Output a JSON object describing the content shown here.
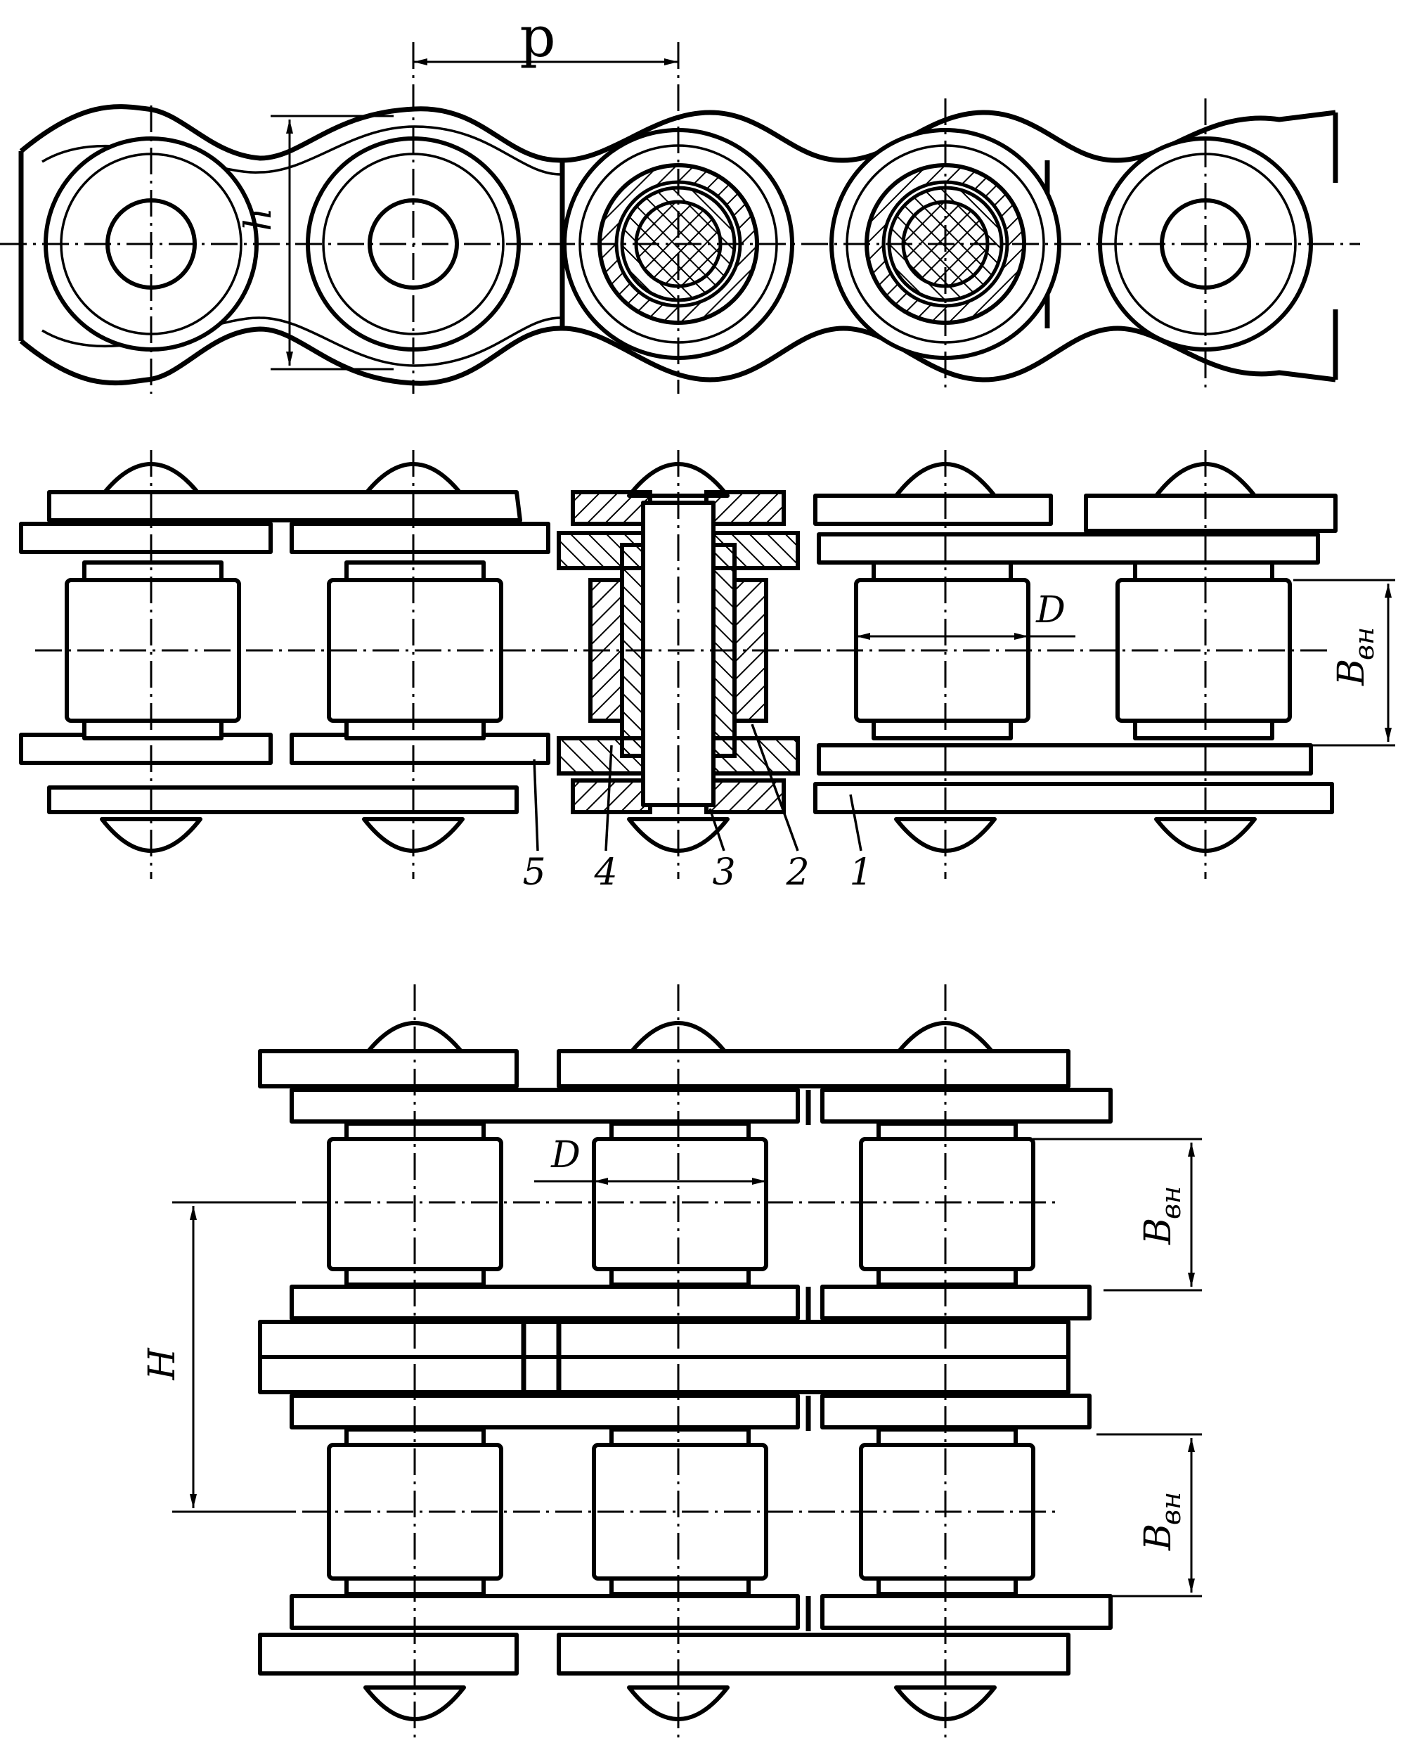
{
  "labels": {
    "pitch": "p",
    "plate_height": "h",
    "roller_diameter": "D",
    "inner_width": "B",
    "inner_width_sub": "вн",
    "row_spacing": "H",
    "part_1": "1",
    "part_2": "2",
    "part_3": "3",
    "part_4": "4",
    "part_5": "5"
  }
}
